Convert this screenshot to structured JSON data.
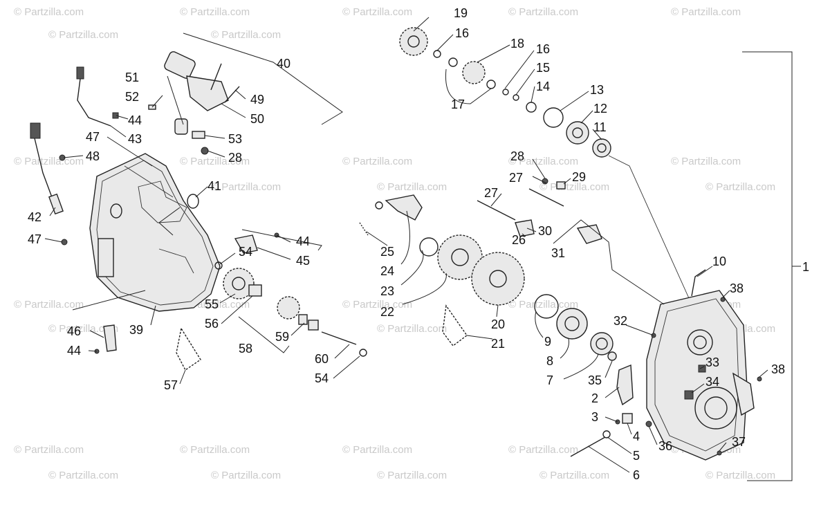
{
  "watermark": "© Partzilla.com",
  "callouts": [
    "1",
    "2",
    "3",
    "4",
    "5",
    "6",
    "7",
    "8",
    "9",
    "10",
    "11",
    "12",
    "13",
    "14",
    "15",
    "16",
    "16",
    "17",
    "18",
    "19",
    "20",
    "21",
    "22",
    "23",
    "24",
    "25",
    "26",
    "27",
    "27",
    "28",
    "28",
    "29",
    "30",
    "31",
    "32",
    "33",
    "34",
    "35",
    "36",
    "37",
    "38",
    "38",
    "39",
    "40",
    "41",
    "42",
    "43",
    "44",
    "44",
    "44",
    "44",
    "45",
    "46",
    "47",
    "47",
    "48",
    "49",
    "50",
    "51",
    "52",
    "53",
    "54",
    "54",
    "55",
    "56",
    "57",
    "58",
    "59",
    "60"
  ],
  "colors": {
    "ink": "#222222",
    "watermark": "#c9c9c9",
    "background": "#ffffff"
  }
}
